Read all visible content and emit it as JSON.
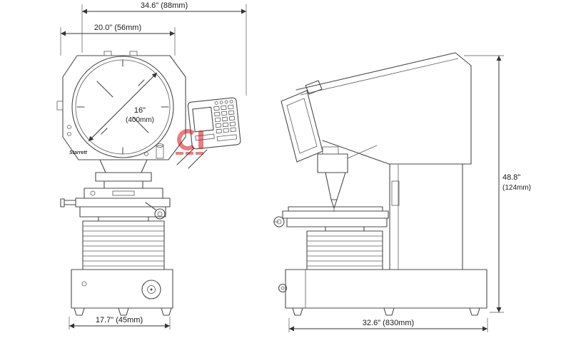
{
  "page": {
    "title": "Optical comparator dimension diagram"
  },
  "brand": {
    "logo": "Starrett"
  },
  "dims": {
    "front_overall": "34.6\" (88mm)",
    "front_screen": "20.0\" (56mm)",
    "screen_dia_in": "16\"",
    "screen_dia_mm": "(400mm)",
    "front_base": "17.7\" (45mm)",
    "side_height_in": "48.8\"",
    "side_height_mm": "(124mm)",
    "side_depth": "32.6\" (830mm)"
  },
  "colors": {
    "line": "#4a4a4a",
    "dimension": "#333333",
    "text": "#1a1a1a",
    "watermark_red": "#d40000",
    "background": "#ffffff"
  }
}
